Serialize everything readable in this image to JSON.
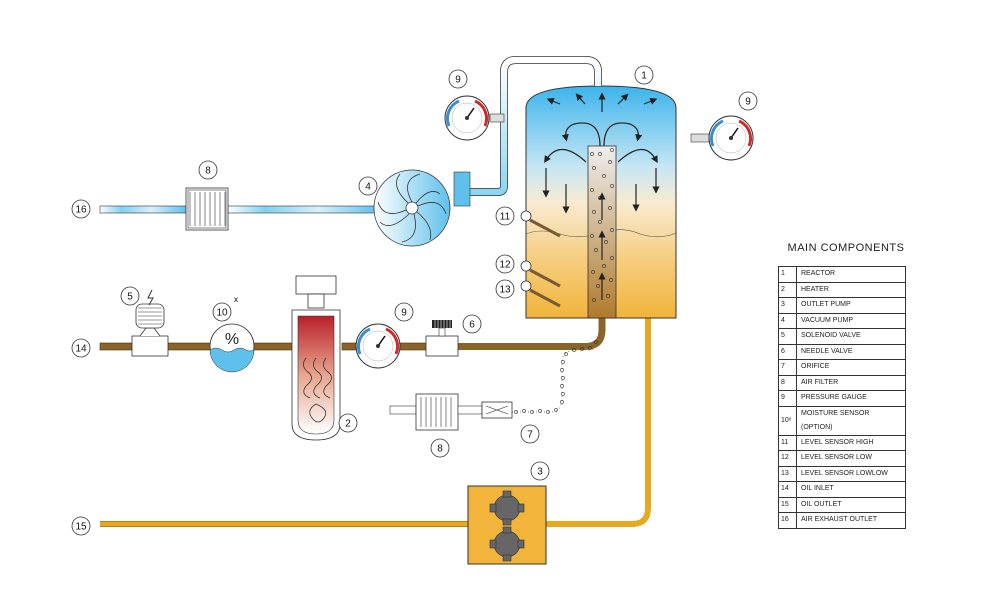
{
  "legend": {
    "title": "MAIN COMPONENTS",
    "items": [
      {
        "num": "1",
        "label": "REACTOR"
      },
      {
        "num": "2",
        "label": "HEATER"
      },
      {
        "num": "3",
        "label": "OUTLET PUMP"
      },
      {
        "num": "4",
        "label": "VACUUM PUMP"
      },
      {
        "num": "5",
        "label": "SOLENOID VALVE"
      },
      {
        "num": "6",
        "label": "NEEDLE VALVE"
      },
      {
        "num": "7",
        "label": "ORIFICE"
      },
      {
        "num": "8",
        "label": "AIR FILTER"
      },
      {
        "num": "9",
        "label": "PRESSURE GAUGE"
      },
      {
        "num": "10ˣ",
        "label": "MOISTURE SENSOR (OPTION)"
      },
      {
        "num": "11",
        "label": "LEVEL SENSOR HIGH"
      },
      {
        "num": "12",
        "label": "LEVEL SENSOR LOW"
      },
      {
        "num": "13",
        "label": "LEVEL SENSOR LOWLOW"
      },
      {
        "num": "14",
        "label": "OIL INLET"
      },
      {
        "num": "15",
        "label": "OIL OUTLET"
      },
      {
        "num": "16",
        "label": "AIR EXHAUST OUTLET"
      }
    ]
  },
  "callouts": {
    "c1": "1",
    "c2": "2",
    "c3": "3",
    "c4": "4",
    "c5": "5",
    "c6": "6",
    "c7": "7",
    "c8a": "8",
    "c8b": "8",
    "c9a": "9",
    "c9b": "9",
    "c9c": "9",
    "c10": "10",
    "c10_mark": "x",
    "c11": "11",
    "c12": "12",
    "c13": "13",
    "c14": "14",
    "c15": "15",
    "c16": "16"
  },
  "moisture_symbol": "%",
  "colors": {
    "oil_inlet": "#8a6428",
    "oil_outlet": "#e8a820",
    "air": "#5fc0ec",
    "oil_fill": "#f3b53b"
  }
}
